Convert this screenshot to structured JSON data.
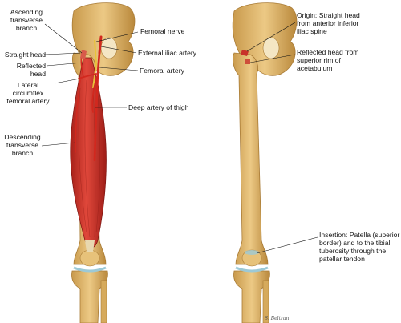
{
  "left_figure": {
    "labels": {
      "ascending_transverse_branch": "Ascending\ntransverse\nbranch",
      "straight_head": "Straight head",
      "reflected_head": "Reflected head",
      "lateral_circumflex_femoral_artery": "Lateral\ncircumflex\nfemoral artery",
      "descending_transverse_branch": "Descending\ntransverse\nbranch",
      "femoral_nerve": "Femoral nerve",
      "external_iliac_artery": "External iliac artery",
      "femoral_artery": "Femoral artery",
      "deep_artery_of_thigh": "Deep artery of thigh"
    }
  },
  "right_figure": {
    "labels": {
      "origin": "Origin: Straight head\nfrom anterior inferior\niliac spine",
      "reflected_head_origin": "Reflected head from\nsuperior rim of\nacetabulum",
      "insertion": "Insertion: Patella (superior\nborder) and to the tibial\ntuberosity through the\npatellar tendon"
    }
  },
  "signature": "S. Beltran",
  "colors": {
    "bone": "#e0b76a",
    "bone_shadow": "#b8893c",
    "muscle": "#c8322a",
    "muscle_light": "#e2574a",
    "artery": "#d2281e",
    "nerve": "#e8c23a",
    "cartilage": "#9cc9d6"
  }
}
